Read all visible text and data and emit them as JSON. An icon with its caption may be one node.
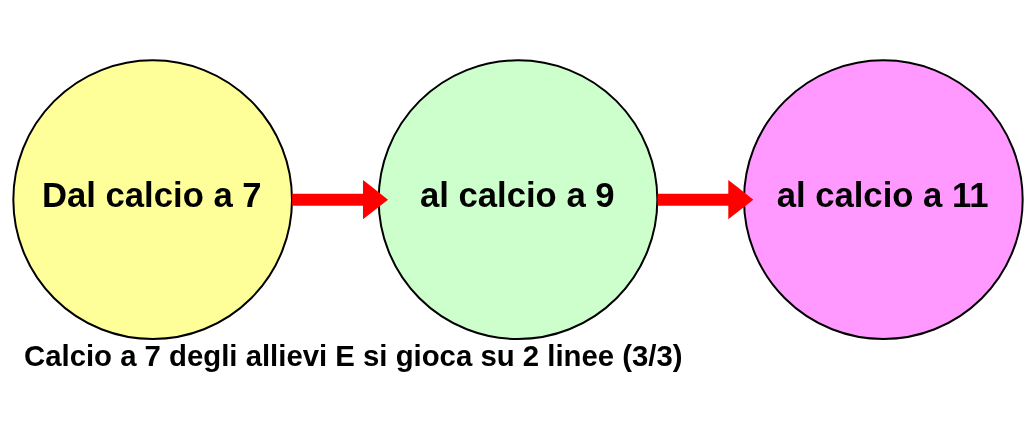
{
  "diagram": {
    "caption": "Calcio a 7 degli allievi E si gioca su 2 linee (3/3)",
    "nodes": [
      {
        "text": [
          "Dal calcio a 7"
        ]
      },
      {
        "text": [
          "al calcio a 9"
        ]
      },
      {
        "text": [
          "al calcio a 11"
        ]
      }
    ],
    "edges": [
      {
        "from": 0,
        "to": 1,
        "arrow": "to"
      },
      {
        "from": 1,
        "to": 2,
        "arrow": "to"
      }
    ]
  }
}
